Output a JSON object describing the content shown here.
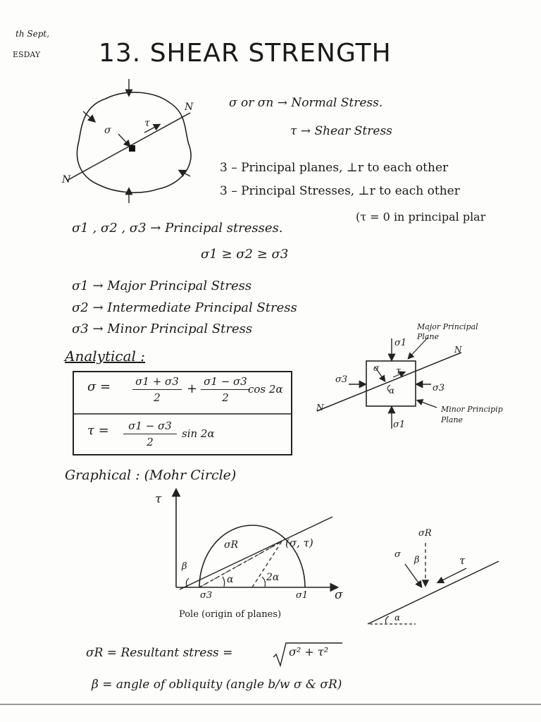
{
  "margin_date": [
    "th Sept,",
    "ESDAY"
  ],
  "title": "13.  SHEAR STRENGTH",
  "definitions": {
    "sigma_def": "σ  or  σn  →  Normal Stress.",
    "tau_def": "τ  →  Shear Stress"
  },
  "block_labels": {
    "sigma": "σ",
    "tau": "τ",
    "n_top": "N",
    "n_bottom": "N"
  },
  "principal_notes": [
    "3 – Principal planes, ⊥r to each other",
    "3 – Principal Stresses, ⊥r to each other"
  ],
  "tau_zero_note": "(τ = 0   in principal plar",
  "principal_stresses_line": "σ1 , σ2 , σ3  →  Principal stresses.",
  "ordering": "σ1  ≥  σ2  ≥  σ3",
  "stress_names": [
    "σ1  →  Major Principal Stress",
    "σ2  →  Intermediate Principal Stress",
    "σ3  →  Minor Principal Stress"
  ],
  "analytical_heading": "Analytical :",
  "formula_sigma": {
    "lhs": "σ  =",
    "frac1_num": "σ1 + σ3",
    "frac1_den": "2",
    "plus": "+",
    "frac2_num": "σ1 − σ3",
    "frac2_den": "2",
    "trig": "cos 2α"
  },
  "formula_tau": {
    "lhs": "τ  =",
    "frac_num": "σ1 − σ3",
    "frac_den": "2",
    "trig": "sin 2α"
  },
  "element_diagram": {
    "major_plane": "Major Principal Plane",
    "minor_plane": "Minor Principip Plane",
    "sigma1_top": "σ1",
    "sigma1_bottom": "σ1",
    "sigma3_left": "σ3",
    "sigma3_right": "σ3",
    "sigma": "σ",
    "tau": "τ",
    "alpha": "α",
    "n_top": "N",
    "n_bottom": "N"
  },
  "graphical_heading": "Graphical : (Mohr Circle)",
  "mohr": {
    "tau_axis": "τ",
    "sigma_axis": "σ",
    "sigma_r": "σR",
    "point": "(σ, τ)",
    "beta": "β",
    "alpha": "α",
    "two_alpha": "2α",
    "sigma3": "σ3",
    "sigma1": "σ1",
    "pole_note": "Pole (origin of planes)"
  },
  "plane_sketch": {
    "sigma_r": "σR",
    "sigma": "σ",
    "beta": "β",
    "tau": "τ",
    "alpha": "α"
  },
  "resultant": {
    "lhs": "σR  =  Resultant stress  =",
    "root": "σ² + τ²"
  },
  "obliquity": "β  =  angle of obliquity   (angle b/w  σ  &  σR)"
}
